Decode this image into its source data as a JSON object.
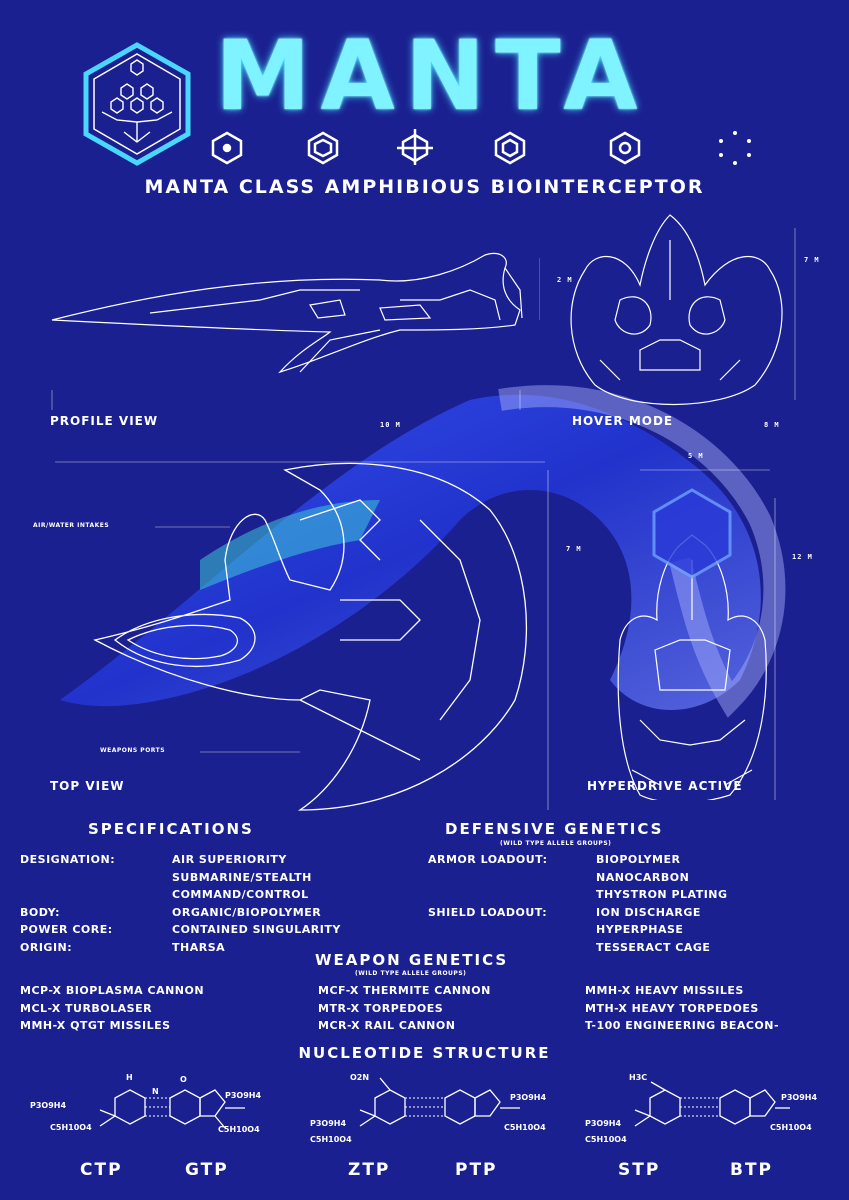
{
  "header": {
    "title": "MANTA",
    "subtitle": "MANTA CLASS AMPHIBIOUS BIOINTERCEPTOR"
  },
  "views": {
    "profile": "PROFILE VIEW",
    "hover": "HOVER MODE",
    "top": "TOP VIEW",
    "hyperdrive": "HYPERDRIVE ACTIVE"
  },
  "dimensions": {
    "profile_height": "2 M",
    "profile_length": "10 M",
    "hover_height": "7 M",
    "hover_width": "8 M",
    "top_width": "7 M",
    "hyper_width": "5 M",
    "hyper_length": "12 M"
  },
  "callouts": {
    "intakes": "AIR/WATER INTAKES",
    "weapons_ports": "WEAPONS PORTS"
  },
  "specifications": {
    "heading": "SPECIFICATIONS",
    "keys": [
      "DESIGNATION:",
      "",
      "",
      "BODY:",
      "POWER CORE:",
      "ORIGIN:"
    ],
    "values": [
      "AIR SUPERIORITY",
      "SUBMARINE/STEALTH",
      "COMMAND/CONTROL",
      "ORGANIC/BIOPOLYMER",
      "CONTAINED SINGULARITY",
      "THARSA"
    ]
  },
  "defensive": {
    "heading": "DEFENSIVE GENETICS",
    "note": "(WILD TYPE ALLELE GROUPS)",
    "keys": [
      "ARMOR LOADOUT:",
      "",
      "",
      "SHIELD LOADOUT:",
      "",
      ""
    ],
    "values": [
      "BIOPOLYMER",
      "NANOCARBON",
      "THYSTRON PLATING",
      "ION DISCHARGE",
      "HYPERPHASE",
      "TESSERACT CAGE"
    ]
  },
  "weapons": {
    "heading": "WEAPON GENETICS",
    "note": "(WILD TYPE ALLELE GROUPS)",
    "col1": [
      "MCP-X BIOPLASMA CANNON",
      "MCL-X TURBOLASER",
      "MMH-X QTGT MISSILES"
    ],
    "col2": [
      "MCF-X THERMITE CANNON",
      "MTR-X TORPEDOES",
      "MCR-X RAIL CANNON"
    ],
    "col3": [
      "MMH-X HEAVY MISSILES",
      "MTH-X HEAVY TORPEDOES",
      "T-100 ENGINEERING BEACON-"
    ]
  },
  "nucleotides": {
    "heading": "NUCLEOTIDE STRUCTURE",
    "pairs": [
      {
        "left": "CTP",
        "right": "GTP"
      },
      {
        "left": "ZTP",
        "right": "PTP"
      },
      {
        "left": "STP",
        "right": "BTP"
      }
    ],
    "atoms": {
      "h": "H",
      "n": "N",
      "o": "O"
    },
    "groups": {
      "phosphate": "P3O9H4",
      "sugar": "C5H10O4",
      "nitro": "O2N",
      "methyl": "H3C"
    }
  },
  "colors": {
    "background": "#1b2090",
    "title_glow": "#7ff3ff",
    "line": "#ffffff",
    "hull_blue": "#2a3ad8"
  }
}
